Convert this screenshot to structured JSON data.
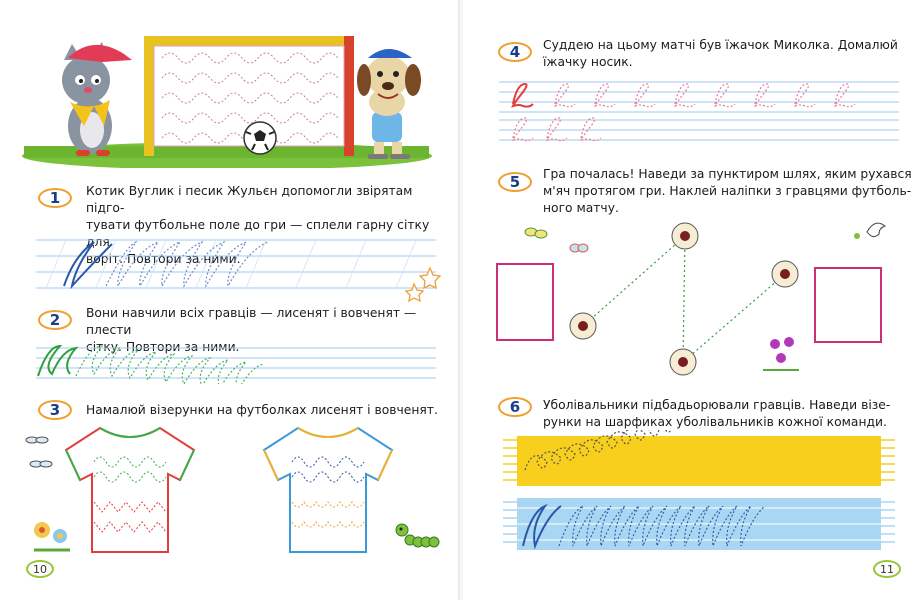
{
  "left_page": {
    "page_number": "10",
    "tasks": [
      {
        "number": "1",
        "text": "Котик Вуглик і песик Жульєн допомогли звірятам підго-\nтувати футбольне поле до гри — сплели гарну сітку для\nворіт. Повтори за ними."
      },
      {
        "number": "2",
        "text": "Вони навчили всіх гравців — лисенят і вовченят — плести\nсітку. Повтори за ними."
      },
      {
        "number": "3",
        "text": "Намалюй візерунки на футболках лисенят і вовченят."
      }
    ]
  },
  "right_page": {
    "page_number": "11",
    "tasks": [
      {
        "number": "4",
        "text": "Суддею на цьому матчі був їжачок Миколка. Домалюй\nїжачку носик."
      },
      {
        "number": "5",
        "text": "Гра почалась! Наведи за пунктиром шлях, яким рухався\nм'яч протягом гри. Наклей наліпки з гравцями футболь-\nного матчу."
      },
      {
        "number": "6",
        "text": "Уболівальники підбадьорювали гравців. Наведи візе-\nрунки на шарфиках уболівальників кожної команди."
      }
    ]
  },
  "colors": {
    "badge_border": "#f0a030",
    "badge_number": "#1a3e8c",
    "ruling": "#9fc9ee",
    "trace": "#2a58a8",
    "scarf_yellow": "#f7cf1c",
    "scarf_blue": "#a9d6f2",
    "sticker_frame": "#cc2f7a",
    "page_badge": "#9cc33a"
  },
  "icons": [
    "cat-icon",
    "dog-icon",
    "goal-icon",
    "soccer-ball-icon",
    "tshirt-icon",
    "scarf-icon",
    "flower-icon",
    "caterpillar-icon",
    "dragonfly-icon",
    "star-icon",
    "bird-icon",
    "butterfly-icon"
  ]
}
